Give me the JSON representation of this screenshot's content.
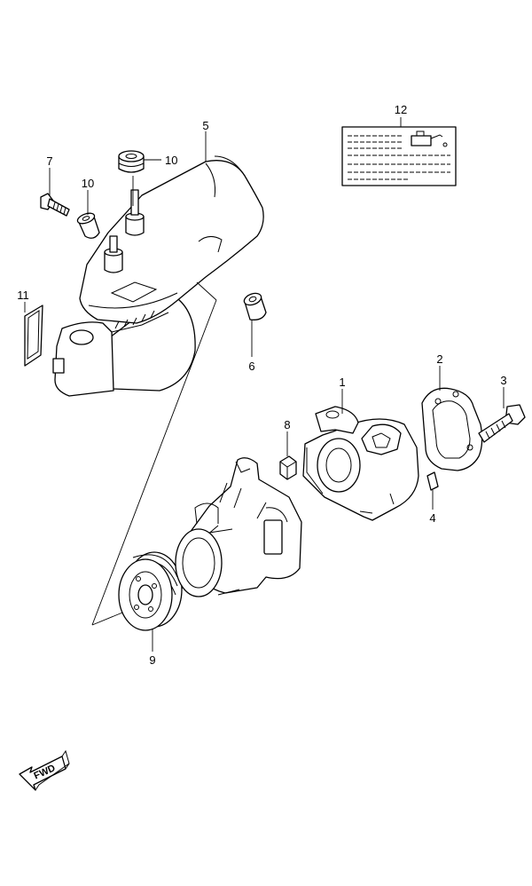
{
  "callouts": {
    "c1": "1",
    "c2": "2",
    "c3": "3",
    "c4": "4",
    "c5": "5",
    "c6": "6",
    "c7": "7",
    "c8": "8",
    "c9": "9",
    "c10a": "10",
    "c10b": "10",
    "c11": "11",
    "c12": "12"
  },
  "fwd_label": "FWD",
  "icons": {
    "label_oil_symbol": "oil-can-icon",
    "fwd_arrow": "forward-arrow-icon"
  }
}
